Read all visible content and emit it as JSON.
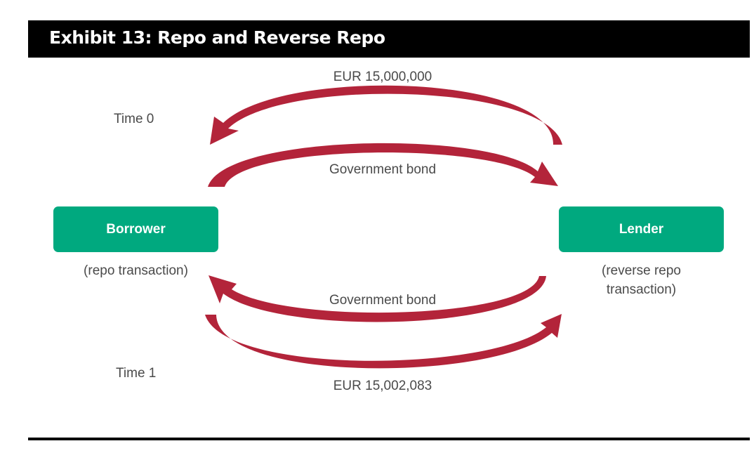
{
  "title": "Exhibit 13: Repo and Reverse Repo",
  "nodes": {
    "borrower": {
      "label": "Borrower",
      "sublabel": "(repo transaction)"
    },
    "lender": {
      "label": "Lender",
      "sublabel_line1": "(reverse repo",
      "sublabel_line2": "transaction)"
    }
  },
  "time0": {
    "label": "Time 0",
    "cash_flow": "EUR 15,000,000",
    "collateral_flow": "Government bond"
  },
  "time1": {
    "label": "Time 1",
    "collateral_flow": "Government bond",
    "cash_flow": "EUR 15,002,083"
  },
  "colors": {
    "accent": "#00a97f",
    "arrow": "#b3243a",
    "title_bar": "#000000"
  }
}
